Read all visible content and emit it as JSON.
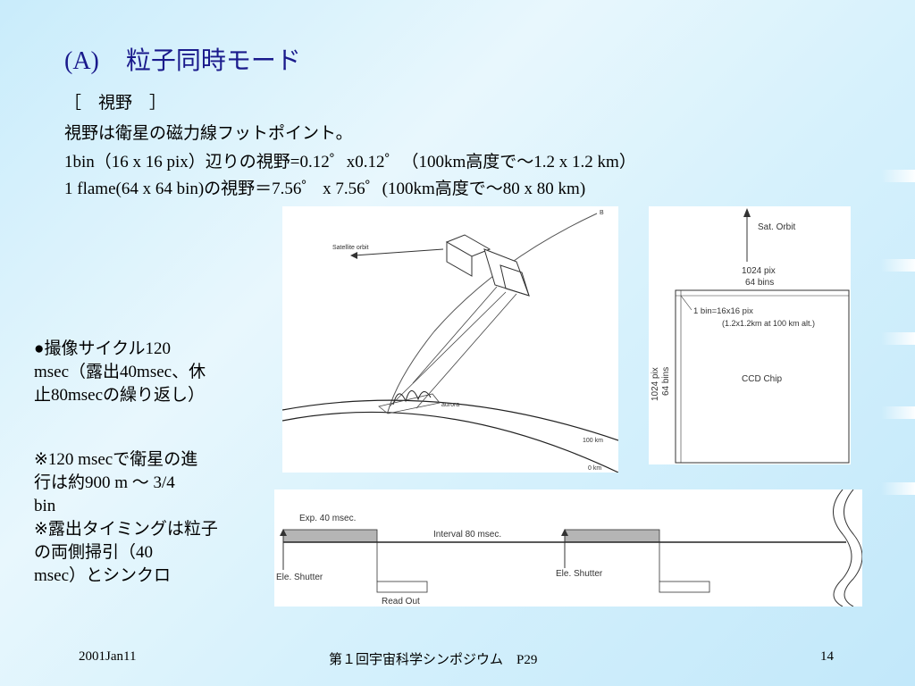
{
  "slide": {
    "title_mark": "(A)",
    "title_text": "粒子同時モード",
    "lines": [
      "［　視野　］",
      "視野は衛星の磁力線フットポイント。",
      "1bin（16 x 16 pix）辺りの視野=0.12゜x0.12゜（100km高度で〜1.2 x 1.2 km）",
      "1 flame(64 x 64 bin)の視野＝7.56゜ x 7.56゜(100km高度で〜80 x 80 km)"
    ],
    "bullet_block": [
      "●撮像サイクル120",
      "msec（露出40msec、休",
      "止80msecの繰り返し）"
    ],
    "note_block": [
      "※120 msecで衛星の進",
      "行は約900 m 〜 3/4",
      "bin",
      "※露出タイミングは粒子",
      "の両側掃引（40",
      "msec）とシンクロ"
    ]
  },
  "geometry_figure": {
    "satellite_orbit": "Satellite orbit",
    "b_label": "B",
    "aurora": "aurora",
    "alt_100": "100 km",
    "alt_0": "0 km"
  },
  "ccd_figure": {
    "sat_orbit": "Sat. Orbit",
    "top_pix": "1024 pix",
    "top_bins": "64 bins",
    "bin_label": "1 bin=16x16 pix",
    "bin_sub": "(1.2x1.2km at 100 km alt.)",
    "side_pix": "1024 pix",
    "side_bins": "64 bins",
    "chip_label": "CCD Chip"
  },
  "timing_figure": {
    "exp": "Exp. 40 msec.",
    "interval": "Interval 80 msec.",
    "shutter_1": "Ele. Shutter",
    "shutter_2": "Ele. Shutter",
    "readout": "Read Out"
  },
  "footer": {
    "date": "2001Jan11",
    "event": "第１回宇宙科学シンポジウム　P29",
    "page": "14"
  },
  "colors": {
    "title": "#1a1a8c",
    "exposure_bar": "#b5b5b5"
  }
}
